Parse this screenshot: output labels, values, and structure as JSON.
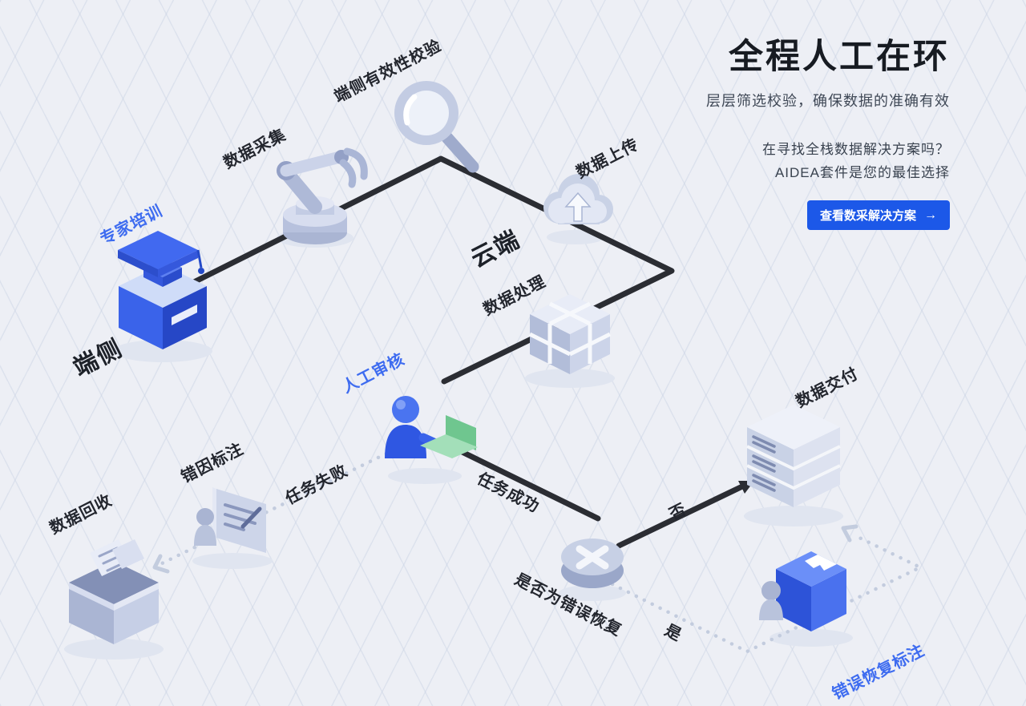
{
  "hero": {
    "title": "全程人工在环",
    "subtitle": "层层筛选校验，确保数据的准确有效",
    "pitch_line1": "在寻找全栈数据解决方案吗？",
    "pitch_line2": "AIDEA套件是您的最佳选择",
    "cta_label": "查看数采解决方案",
    "cta_arrow": "→"
  },
  "diagram": {
    "zones": {
      "edge": "端侧",
      "cloud": "云端"
    },
    "nodes": {
      "expert_training": "专家培训",
      "data_collection": "数据采集",
      "edge_validation": "端侧有效性校验",
      "data_upload": "数据上传",
      "data_processing": "数据处理",
      "manual_review": "人工审核",
      "task_succeeded": "任务成功",
      "task_failed": "任务失败",
      "error_cause_labeling": "错因标注",
      "data_recycle": "数据回收",
      "is_error_recovery": "是否为错误恢复",
      "no": "否",
      "yes": "是",
      "data_delivery": "数据交付",
      "error_recovery_labeling": "错误恢复标注"
    }
  },
  "appearance": {
    "accent_blue": "#1c58e8",
    "label_blue": "#3e6cf0",
    "flow_line_color": "#2b2d33",
    "dotted_line_color": "#c3ccde",
    "background": "#edeff5"
  }
}
